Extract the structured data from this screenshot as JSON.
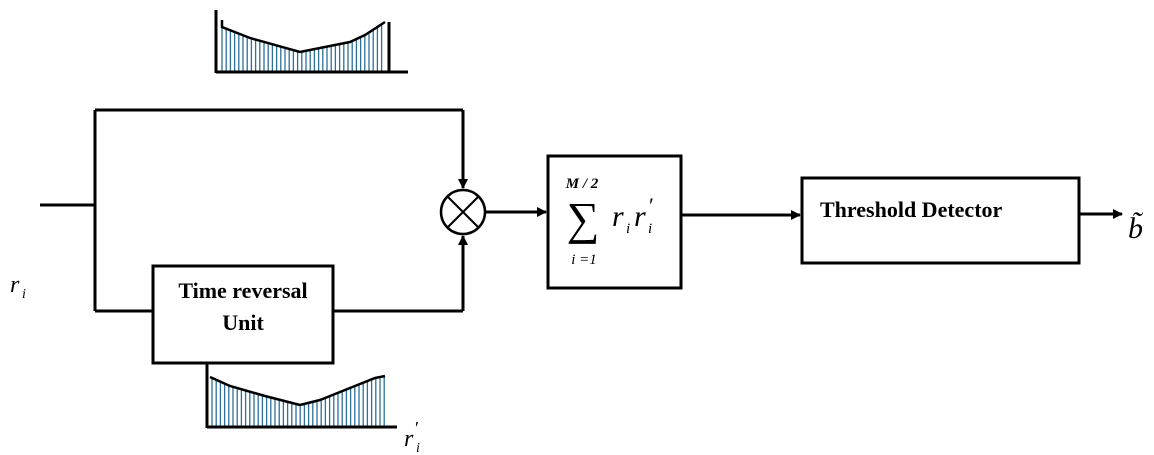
{
  "input_label": {
    "base": "r",
    "sub": "i"
  },
  "reversed_label": {
    "base": "r",
    "prime": "′",
    "sub": "i"
  },
  "time_reversal_box": {
    "line1": "Time reversal",
    "line2": "Unit"
  },
  "summation_box": {
    "upper_limit": "M / 2",
    "sigma": "∑",
    "lower_limit": "i =1",
    "term_r": "r",
    "term_sub1": "i",
    "term_r2": "r",
    "term_prime": "′",
    "term_sub2": "i"
  },
  "threshold_box": {
    "label": "Threshold Detector"
  },
  "output_label": {
    "symbol": "b̃"
  },
  "multiplier_icon": "circle-times-icon",
  "top_waveform_icon": "increasing-waveform-icon",
  "bottom_waveform_icon": "decreasing-waveform-icon"
}
